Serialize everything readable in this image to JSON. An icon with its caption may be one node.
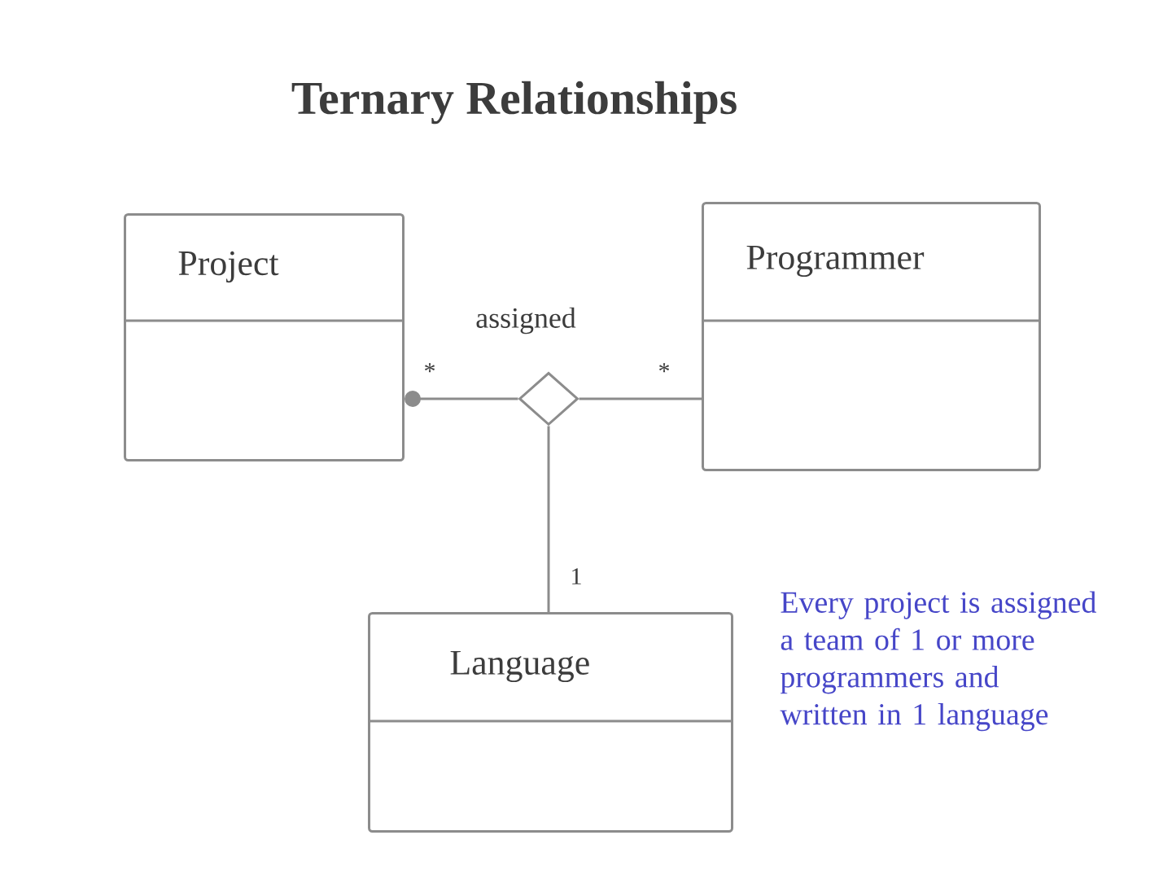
{
  "diagram": {
    "title": "Ternary Relationships",
    "nodes": [
      {
        "text": [
          "Project"
        ]
      },
      {
        "text": [
          "Programmer"
        ]
      },
      {
        "text": [],
        "shape": "diamond",
        "beside": [
          "assigned"
        ]
      },
      {
        "text": [
          "Language"
        ]
      }
    ],
    "edges": [
      {
        "from": 2,
        "to": 0,
        "arrow": "other",
        "label": "*"
      },
      {
        "from": 2,
        "to": 1,
        "arrow": "none",
        "label": "*"
      },
      {
        "from": 2,
        "to": 3,
        "arrow": "none",
        "label": "1"
      }
    ],
    "labels": [
      "Every project is assigned a team of 1 or more programmers and written in 1 language"
    ]
  }
}
